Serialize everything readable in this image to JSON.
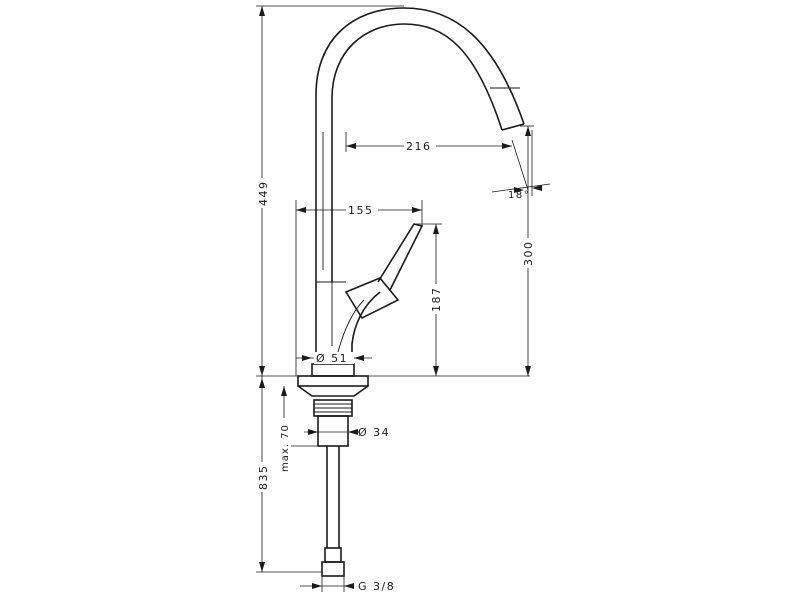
{
  "dimensions": {
    "total_height": "449",
    "spout_reach": "216",
    "spout_angle": "18°",
    "lever_reach": "155",
    "spout_height": "300",
    "lever_height": "187",
    "base_diameter": "Ø 51",
    "shank_diameter": "Ø 34",
    "max_thickness": "max. 70",
    "hose_length": "835",
    "thread": "G 3/8"
  }
}
